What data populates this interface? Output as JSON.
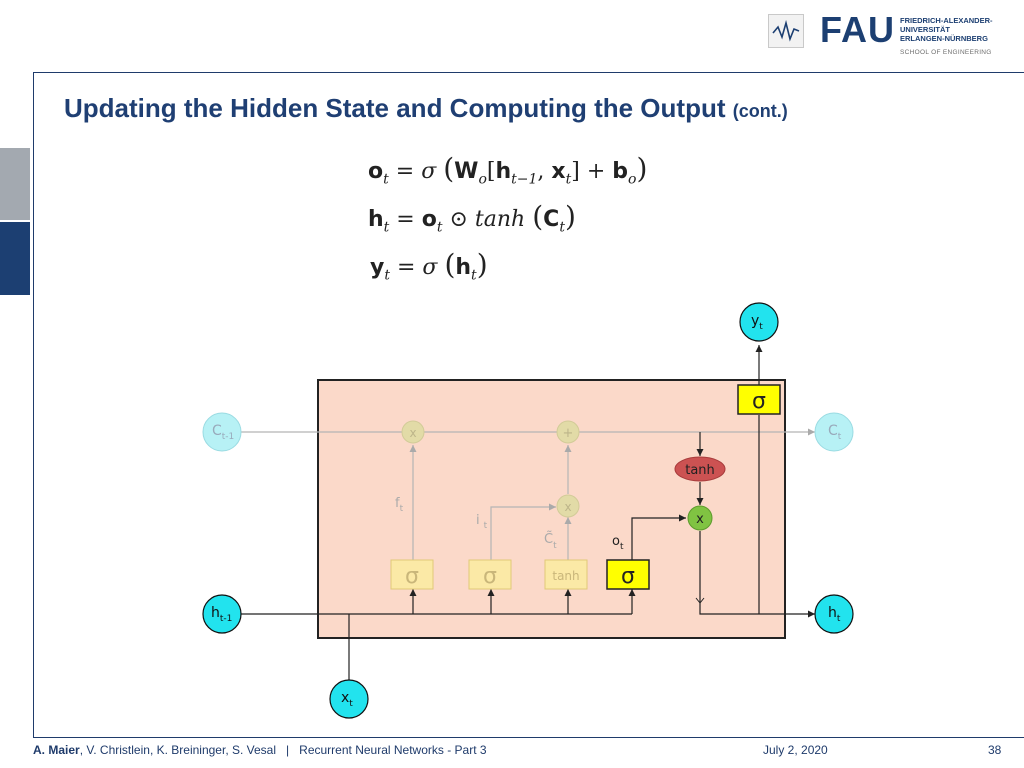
{
  "header": {
    "logo_word": "FAU",
    "logo_lines": [
      "FRIEDRICH-ALEXANDER-",
      "UNIVERSITÄT",
      "ERLANGEN-NÜRNBERG"
    ],
    "school": "SCHOOL OF ENGINEERING"
  },
  "slide": {
    "title_main": "Updating the Hidden State and Computing the Output",
    "title_suffix": "(cont.)"
  },
  "diagram": {
    "nodes": {
      "c_prev": "C",
      "c_prev_sub": "t-1",
      "c_next": "C",
      "c_next_sub": "t",
      "h_prev": "h",
      "h_prev_sub": "t-1",
      "h_next": "h",
      "h_next_sub": "t",
      "x_in": "x",
      "x_in_sub": "t",
      "y_out": "y",
      "y_out_sub": "t"
    },
    "ops": {
      "mult_forget": "x",
      "add": "+",
      "mult_input": "x",
      "mult_output": "x",
      "tanh_cell": "tanh"
    },
    "gates": {
      "sigma": "σ",
      "tanh": "tanh"
    },
    "labels": {
      "f": "f",
      "f_sub": "t",
      "i": "i",
      "i_sub": "t",
      "c_tilde": "C̃",
      "c_tilde_sub": "t",
      "o": "o",
      "o_sub": "t"
    },
    "colors": {
      "cell_bg": "#fbd9c9",
      "node_cyan": "#22e3ee",
      "node_faded": "#b7f1f5",
      "gate_yellow": "#ffff00",
      "gate_faded": "#fbe9a6",
      "tanh_red": "#cc5252",
      "mult_green": "#80c342"
    }
  },
  "footer": {
    "author_bold": "A. Maier",
    "authors_rest": ", V. Christlein, K. Breininger, S. Vesal",
    "separator": "|",
    "course": "Recurrent Neural Networks - Part 3",
    "date": "July 2, 2020",
    "page": "38"
  }
}
